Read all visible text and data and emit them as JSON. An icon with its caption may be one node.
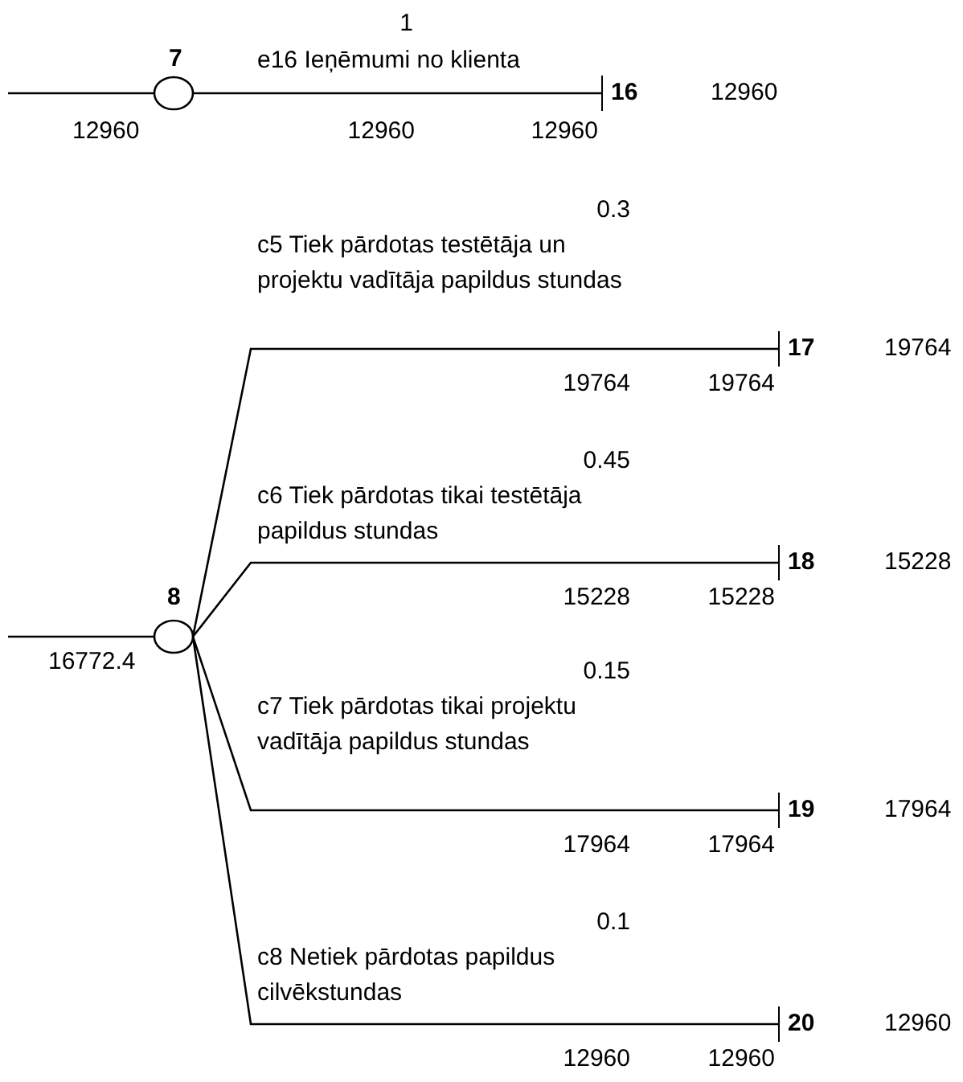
{
  "diagram": {
    "nodes": [
      {
        "text": [],
        "shape": "circle",
        "beside": [
          "7",
          "12960"
        ]
      },
      {
        "text": [],
        "shape": "bar",
        "beside": [
          "16",
          "12960"
        ]
      },
      {
        "text": [],
        "shape": "circle",
        "beside": [
          "8",
          "16772.4"
        ]
      },
      {
        "text": [],
        "shape": "bar",
        "beside": [
          "17",
          "19764"
        ]
      },
      {
        "text": [],
        "shape": "bar",
        "beside": [
          "18",
          "15228"
        ]
      },
      {
        "text": [],
        "shape": "bar",
        "beside": [
          "19",
          "17964"
        ]
      },
      {
        "text": [],
        "shape": "bar",
        "beside": [
          "20",
          "12960"
        ]
      }
    ],
    "edges": [
      {
        "from": null,
        "to": 0,
        "arrow": "none"
      },
      {
        "from": 0,
        "to": 1,
        "arrow": "none",
        "label": "e16 Ieņēmumi no klienta"
      },
      {
        "from": null,
        "to": 2,
        "arrow": "none"
      },
      {
        "from": 2,
        "to": 3,
        "arrow": "none",
        "label": "c5 Tiek pārdotas testētāja un projektu vadītāja papildus stundas"
      },
      {
        "from": 2,
        "to": 4,
        "arrow": "none",
        "label": "c6 Tiek pārdotas tikai testētāja papildus stundas"
      },
      {
        "from": 2,
        "to": 5,
        "arrow": "none",
        "label": "c7 Tiek pārdotas tikai projektu vadītāja papildus stundas"
      },
      {
        "from": 2,
        "to": 6,
        "arrow": "none",
        "label": "c8 Netiek pārdotas papildus cilvēkstundas"
      }
    ],
    "labels": [
      "1",
      "12960",
      "12960",
      "0.3",
      "19764",
      "19764",
      "0.45",
      "15228",
      "15228",
      "0.15",
      "17964",
      "17964",
      "0.1",
      "12960",
      "12960"
    ]
  }
}
